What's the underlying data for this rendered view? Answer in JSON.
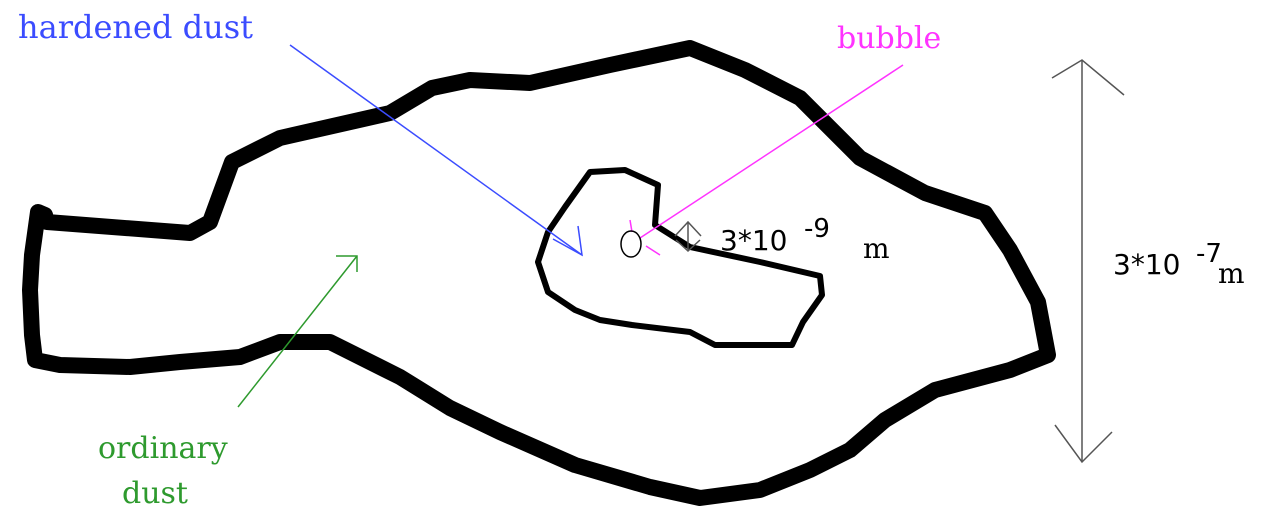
{
  "labels": {
    "hardened_dust": "hardened dust",
    "bubble": "bubble",
    "ordinary_dust_line1": "ordinary",
    "ordinary_dust_line2": "dust"
  },
  "measurements": {
    "inner": {
      "coefficient": "3*10",
      "exponent": "-9",
      "unit": "m"
    },
    "outer": {
      "coefficient": "3*10",
      "exponent": "-7",
      "unit": "m"
    }
  },
  "colors": {
    "outline": "#000000",
    "hardened_dust": "#3b4cff",
    "bubble": "#ff33ff",
    "ordinary_dust": "#2e9a2e",
    "dimension": "#555555",
    "text": "#000000"
  }
}
